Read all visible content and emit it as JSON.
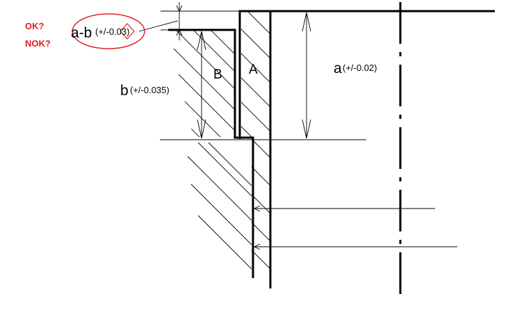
{
  "question": {
    "ok": "OK?",
    "nok": "NOK?"
  },
  "dim_diff": {
    "lhs": "a-b",
    "tol": "(+/-0.03)"
  },
  "dim_a": {
    "name": "a",
    "tol": "(+/-0.02)"
  },
  "dim_b": {
    "name": "b",
    "tol": "(+/-0.035)"
  },
  "part_a": "A",
  "part_b": "B",
  "colors": {
    "line": "#000000",
    "accent": "#e02020"
  }
}
